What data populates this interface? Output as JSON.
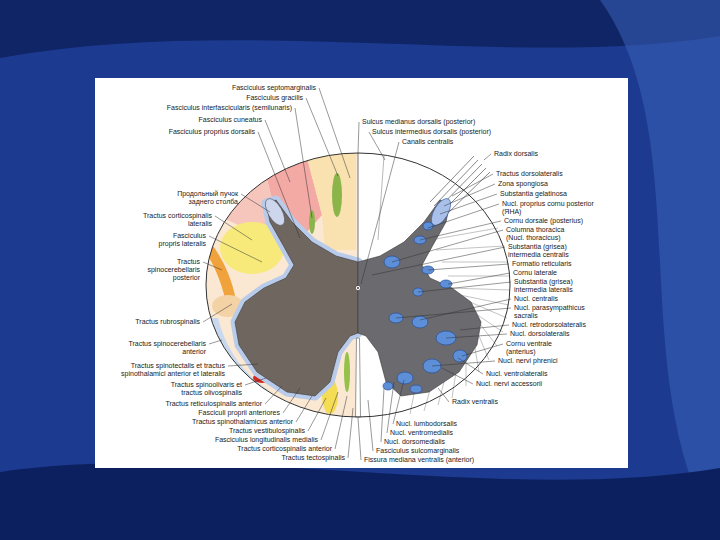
{
  "diagram": {
    "labels": [
      "Fasciculus septomarginalis",
      "Fasciculus gracilis",
      "Fasciculus interfascicularis (semilunaris)",
      "Fasciculus cuneatus",
      "Fasciculus proprius dorsalis",
      "Продольный пучок заднего столба",
      "Tractus corticospinalis lateralis",
      "Fasciculus propris lateralis",
      "Tractus spinocerebellaris posterior",
      "Tractus rubrospinalis",
      "Tractus spinocerebellaris anterior",
      "Tractus spinotectalis et tractus spinothalamici anterior et lateralis",
      "Tractus spinoolivaris et tractus olivospinalis",
      "Tractus reticulospinalis anterior",
      "Fasciculi proprii anteriores",
      "Tractus spinothalamicus anterior",
      "Tractus vestibulospinalis",
      "Fasciculus longitudinalis medialis",
      "Tractus corticospinalis anterior",
      "Tractus tectospinalis",
      "Sulcus medianus dorsalis (posterior)",
      "Sulcus intermedius dorsalis (posterior)",
      "Canalis centralis",
      "Radix dorsalis",
      "Tractus dorsolateralis",
      "Zona spongiosa",
      "Substantia gelatinosa",
      "Nucl. proprius cornu posterior (ЯНА)",
      "Cornu dorsale (posterius)",
      "Columna thoracica (Nucl. thoracicus)",
      "Substantia (grisea) intermedia centralis",
      "Formatio reticularis",
      "Cornu laterale",
      "Substantia (grisea) intermedia lateralis",
      "Nucl. centralis",
      "Nucl. parasympathicus sacralis",
      "Nucl. retrodorsolateralis",
      "Nucl. dorsolateralis",
      "Cornu ventrale (anterius)",
      "Nucl. nervi phrenici",
      "Nucl. ventrolateralis",
      "Nucl. nervi accessorii",
      "Radix ventralis",
      "Nucl. lumbodorsalis",
      "Nucl. ventromedialis",
      "Nucl. dorsomedialis",
      "Fasciculus sulcomarginalis",
      "Fissura mediana ventralis (anterior)"
    ]
  }
}
